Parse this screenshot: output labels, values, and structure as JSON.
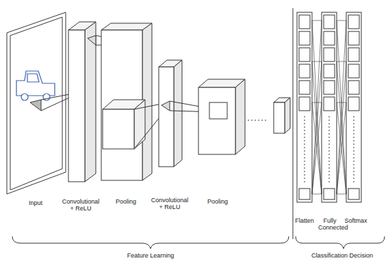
{
  "diagram": {
    "labels": [
      "Input",
      "Convolutional + ReLU",
      "Pooling",
      "Convolutional + ReLU",
      "Pooling",
      "Flatten",
      "Fully Connected",
      "Softmax",
      "Feature Learning",
      "Classification Decision"
    ]
  }
}
